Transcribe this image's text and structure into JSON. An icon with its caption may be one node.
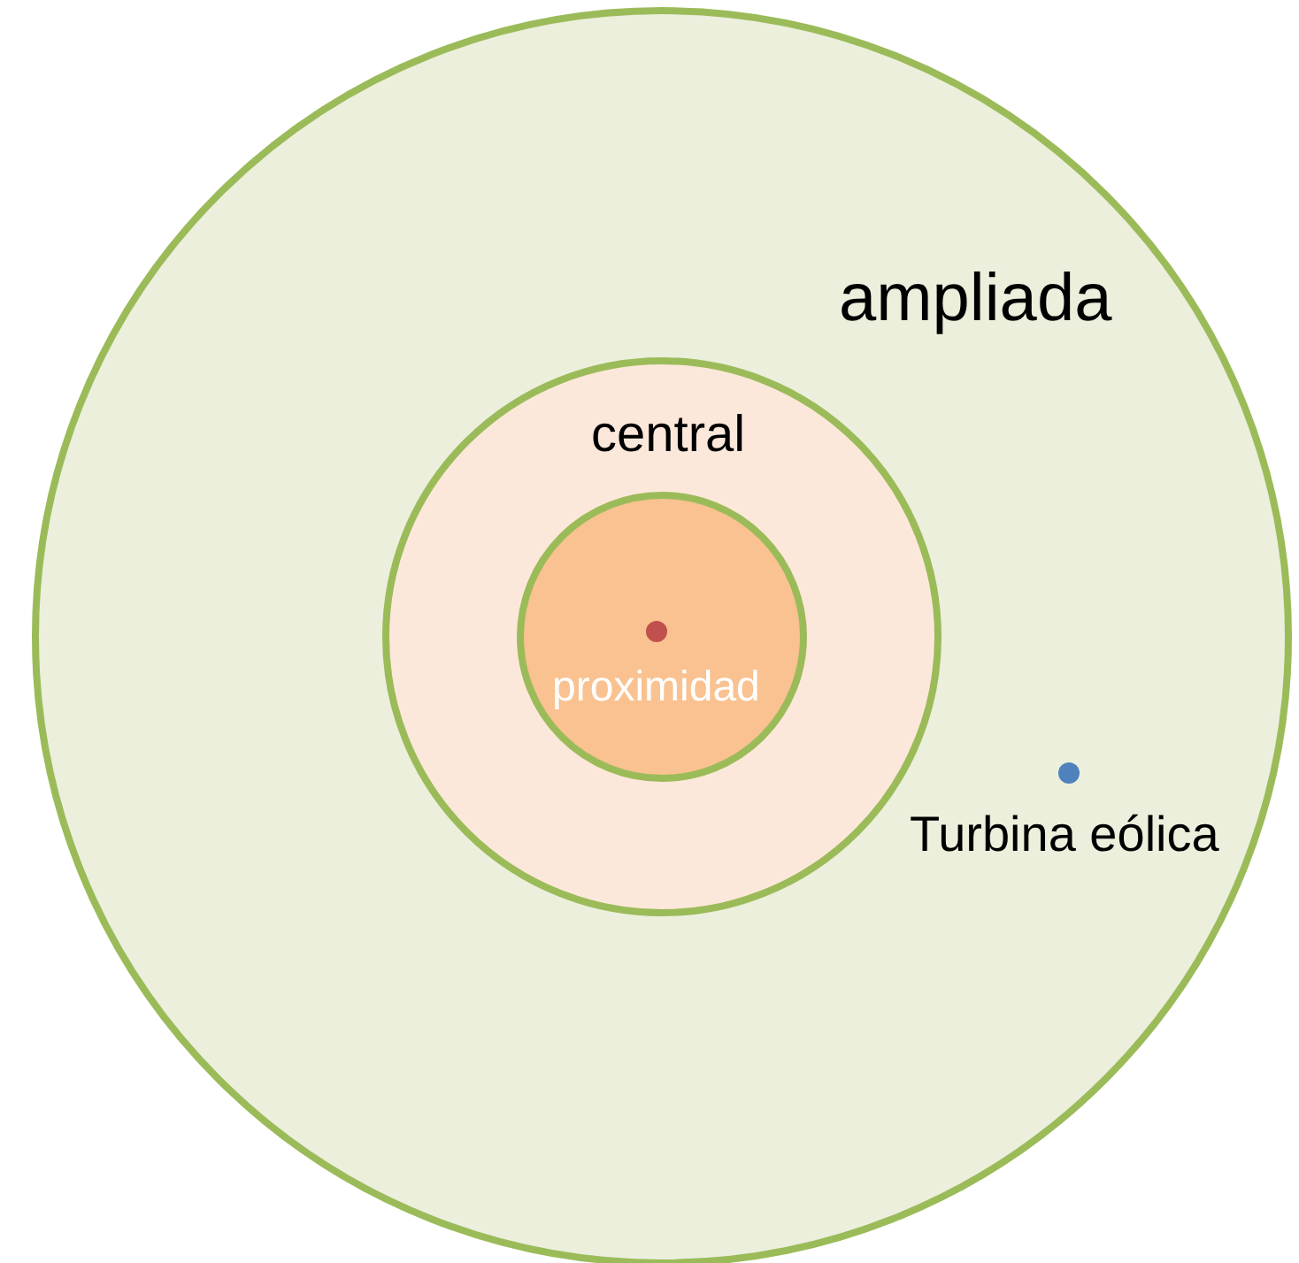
{
  "diagram": {
    "nodes": [
      {
        "text": [
          "ampliada"
        ]
      },
      {
        "text": [
          "central"
        ],
        "in": 0
      },
      {
        "text": [
          "proximidad"
        ],
        "in": 1
      },
      {
        "text": [],
        "shape": "circle",
        "in": 2
      },
      {
        "text": [
          "Turbina eólica"
        ],
        "in": 0
      }
    ]
  }
}
